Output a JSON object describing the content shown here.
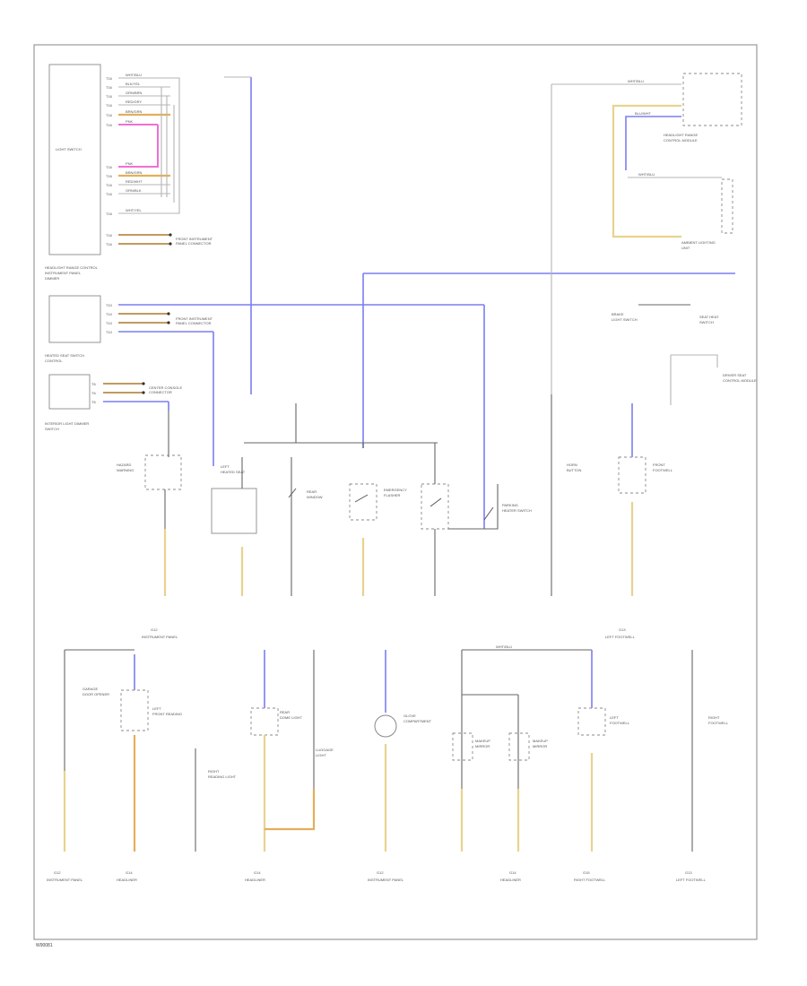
{
  "footer_code": "W90081",
  "connectors": {
    "top_left_group": [
      "T16",
      "T16",
      "T16",
      "T16",
      "T16",
      "T16",
      "T16",
      "T16",
      "T16",
      "T16",
      "T16"
    ],
    "wire_colors": [
      "WHT/BLU",
      "BLK/YEL",
      "GRN/BRN",
      "RED/GRY",
      "BRN/GRN",
      "PNK",
      "PNK",
      "BRN/GRN",
      "RED/WHT",
      "GRN/BLK",
      "WHT/YEL"
    ]
  },
  "legend": {
    "blue": "#7b7ef0",
    "yellow": "#e8d38e",
    "orange": "#e4ae5a",
    "pink": "#f06fd4",
    "gray": "#b4b4b4"
  }
}
